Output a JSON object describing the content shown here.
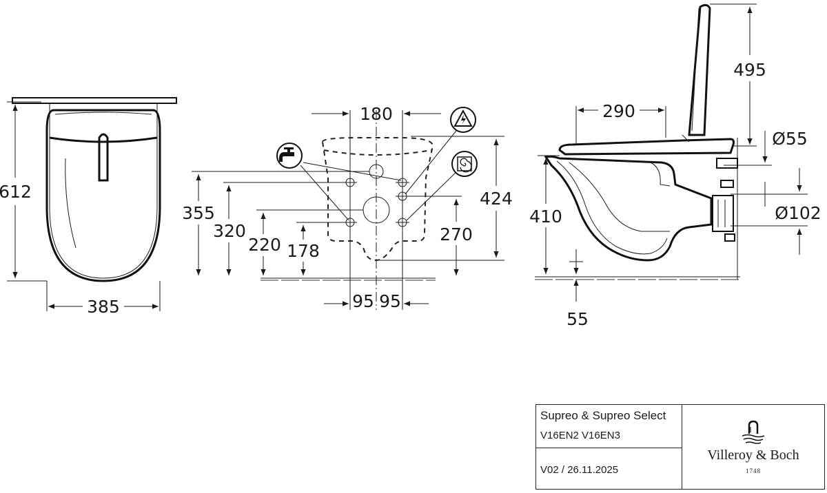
{
  "product": {
    "name": "Supreo & Supreo Select",
    "codes": "V16EN2 V16EN3",
    "version": "V02 / 26.11.2025"
  },
  "brand": {
    "name": "Villeroy & Boch",
    "year": "1748"
  },
  "front_view": {
    "height": "612",
    "width": "385"
  },
  "wall_view": {
    "top_spacing": "180",
    "left_spacing": "95",
    "right_spacing": "95",
    "heights_left": [
      "355",
      "320",
      "220",
      "178"
    ],
    "heights_right": [
      "424",
      "270"
    ],
    "icons": [
      "water-tap-icon",
      "electric-hazard-icon",
      "drain-icon"
    ]
  },
  "side_view": {
    "depth": "290",
    "lid_height": "495",
    "inlet_diameter": "Ø55",
    "outlet_diameter": "Ø102",
    "rim_height": "410",
    "floor_offset": "55"
  },
  "colors": {
    "ink": "#1a1a1a",
    "background": "#ffffff"
  }
}
